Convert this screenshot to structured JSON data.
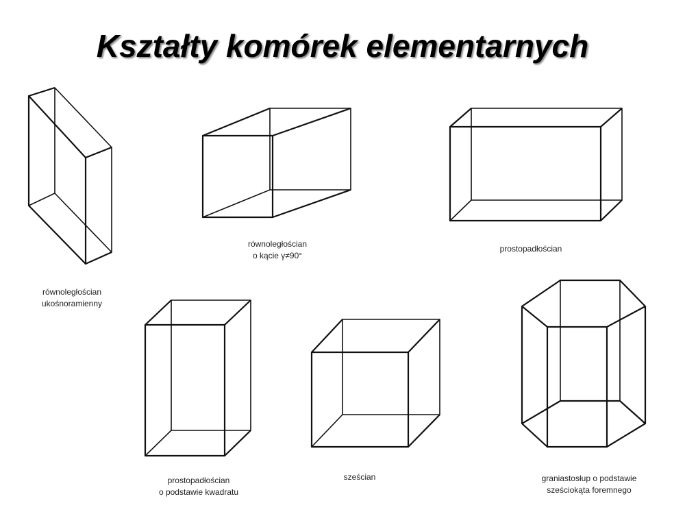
{
  "title": "Kształty komórek elementarnych",
  "captions": {
    "triclinic": [
      "równoległościan",
      "ukośnoramienny"
    ],
    "monoclinic": [
      "równoległościan",
      "o kącie γ≠90°"
    ],
    "orthorhombic": [
      "prostopadłościan"
    ],
    "tetragonal": [
      "prostopadłościan",
      "o podstawie kwadratu"
    ],
    "cubic": [
      "sześcian"
    ],
    "hexagonal": [
      "graniastosłup o podstawie",
      "sześciokąta foremnego"
    ]
  }
}
